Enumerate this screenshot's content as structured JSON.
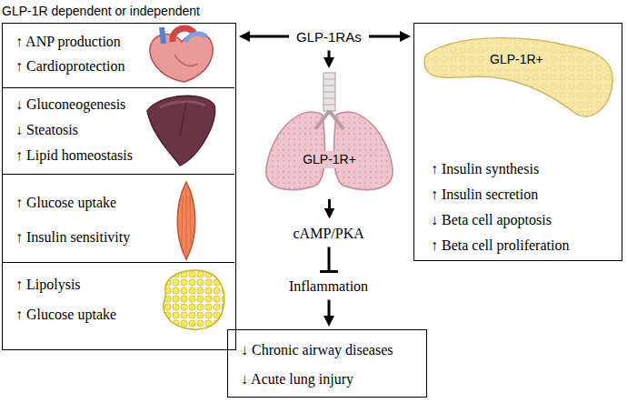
{
  "diagram": {
    "nodes": [
      {
        "text": [
          "GLP-1R dependent or independent"
        ]
      },
      {
        "text": [
          "↑ ANP production",
          "↑ Cardioprotection"
        ],
        "in": 0
      },
      {
        "text": [
          "↓ Gluconeogenesis",
          "↓ Steatosis",
          "↑ Lipid homeostasis"
        ],
        "in": 0
      },
      {
        "text": [
          "↑ Glucose uptake",
          "↑ Insulin sensitivity"
        ],
        "in": 0
      },
      {
        "text": [
          "↑ Lipolysis",
          "↑ Glucose uptake"
        ],
        "in": 0
      },
      {
        "text": [
          "GLP-1RAs"
        ]
      },
      {
        "text": [
          "GLP-1R+"
        ]
      },
      {
        "text": [
          "cAMP/PKA"
        ]
      },
      {
        "text": [
          "Inflammation"
        ]
      },
      {
        "text": [
          "↓ Chronic airway diseases",
          "↓ Acute lung injury"
        ]
      },
      {
        "text": [
          "↑ Insulin synthesis",
          "↑ Insulin secretion",
          "↓ Beta cell apoptosis",
          "↑ Beta cell proliferation"
        ]
      },
      {
        "text": [
          "GLP-1R+"
        ],
        "in": 10
      }
    ],
    "edges": [
      {
        "from": 5,
        "to": 0,
        "arrow": "to"
      },
      {
        "from": 5,
        "to": 10,
        "arrow": "to"
      },
      {
        "from": 5,
        "to": 6,
        "arrow": "to"
      },
      {
        "from": 6,
        "to": 7,
        "arrow": "to"
      },
      {
        "from": 7,
        "to": 8,
        "arrow": "to"
      },
      {
        "from": 8,
        "to": 9,
        "arrow": "to"
      }
    ]
  }
}
